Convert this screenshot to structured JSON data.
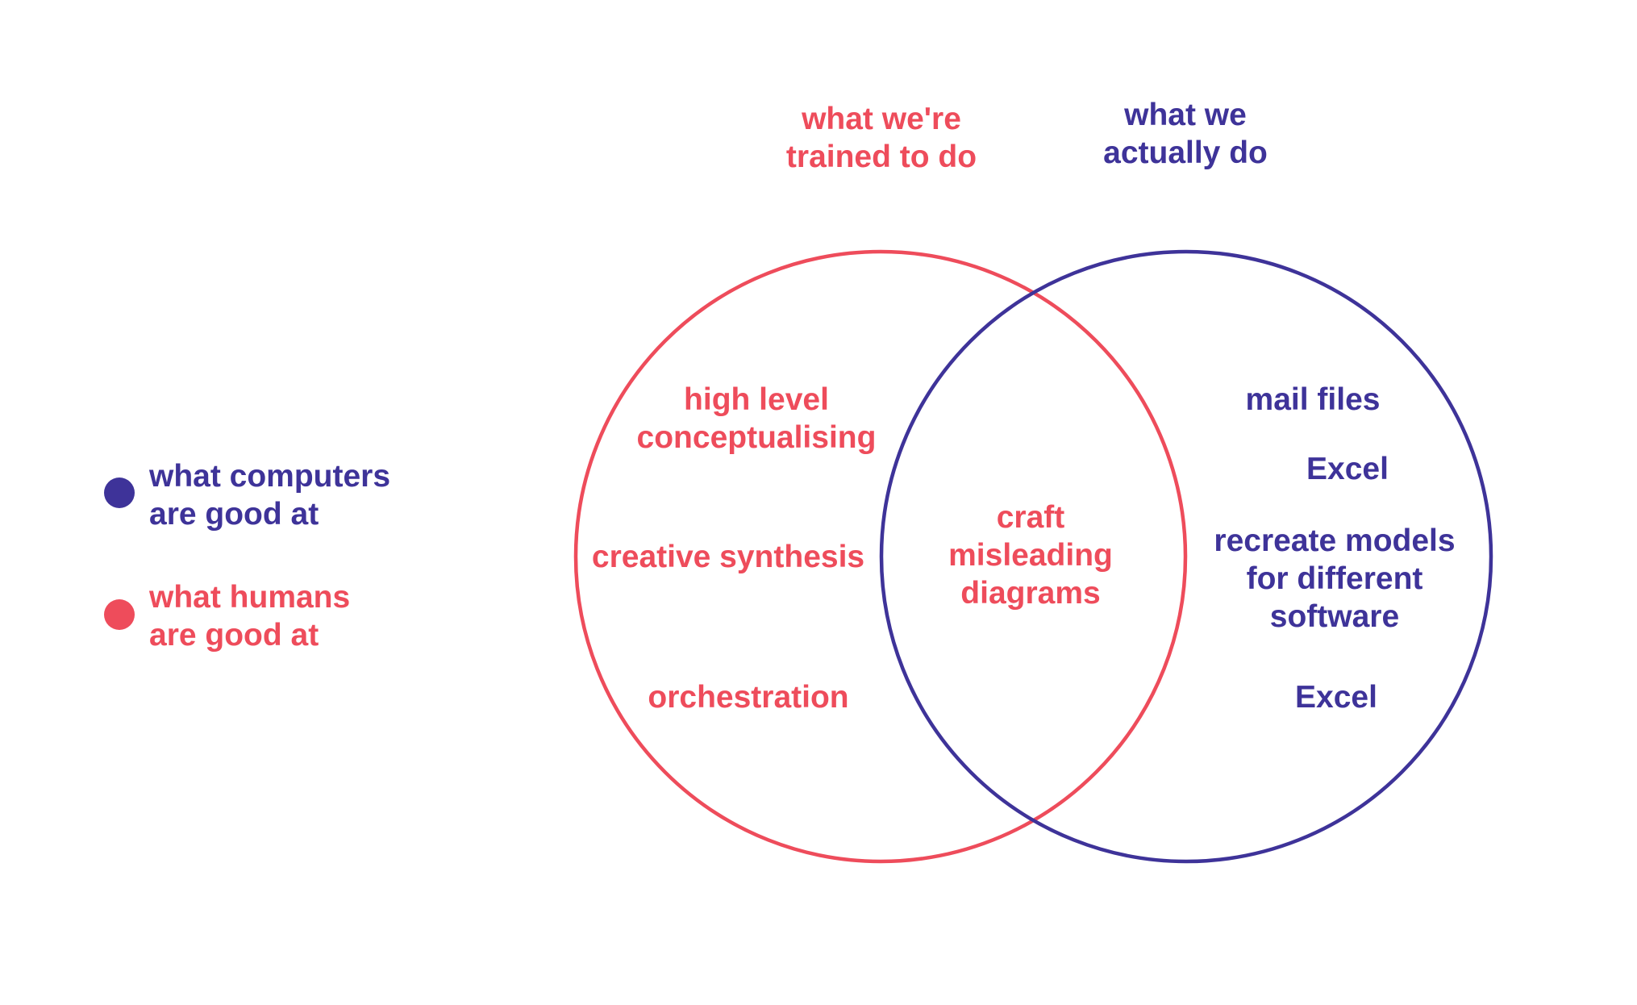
{
  "colors": {
    "human": "#EE4C5B",
    "computer": "#3E3399",
    "background": "#FFFFFF"
  },
  "legend": [
    {
      "id": "computers",
      "lines": [
        "what computers",
        "are good at"
      ],
      "color": "#3E3399"
    },
    {
      "id": "humans",
      "lines": [
        "what humans",
        "are good at"
      ],
      "color": "#EE4C5B"
    }
  ],
  "sets": {
    "trained": {
      "title_lines": [
        "what we're",
        "trained to do"
      ],
      "color": "#EE4C5B",
      "items": [
        {
          "id": "high-level",
          "lines": [
            "high level",
            "conceptualising"
          ],
          "color": "#EE4C5B"
        },
        {
          "id": "creative-synthesis",
          "lines": [
            "creative synthesis"
          ],
          "color": "#EE4C5B"
        },
        {
          "id": "orchestration",
          "lines": [
            "orchestration"
          ],
          "color": "#EE4C5B"
        }
      ]
    },
    "actual": {
      "title_lines": [
        "what we",
        "actually do"
      ],
      "color": "#3E3399",
      "items": [
        {
          "id": "mail-files",
          "lines": [
            "mail files"
          ],
          "color": "#3E3399"
        },
        {
          "id": "excel-1",
          "lines": [
            "Excel"
          ],
          "color": "#3E3399"
        },
        {
          "id": "recreate-models",
          "lines": [
            "recreate models",
            "for different",
            "software"
          ],
          "color": "#3E3399"
        },
        {
          "id": "excel-2",
          "lines": [
            "Excel"
          ],
          "color": "#3E3399"
        }
      ]
    },
    "overlap": {
      "items": [
        {
          "id": "craft-misleading",
          "lines": [
            "craft",
            "misleading",
            "diagrams"
          ],
          "color": "#EE4C5B"
        }
      ]
    }
  }
}
